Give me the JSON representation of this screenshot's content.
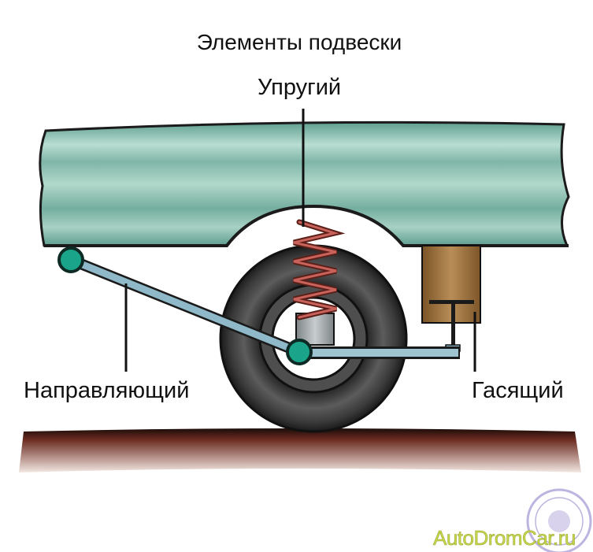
{
  "diagram": {
    "title": "Элементы подвески",
    "labels": {
      "elastic": "Упругий",
      "guide": "Направляющий",
      "damper": "Гасящий"
    },
    "watermark": "AutoDromCar.ru"
  },
  "colors": {
    "body": "#6aa898",
    "body_highlight": "#a9d3c6",
    "spring": "#b0443a",
    "tire": "#2e2e2e",
    "hub": "#9ea4a6",
    "arm": "#8fb9c9",
    "joint": "#1aa58a",
    "damper": "#a37a46",
    "ground": "#8a3a2c"
  }
}
